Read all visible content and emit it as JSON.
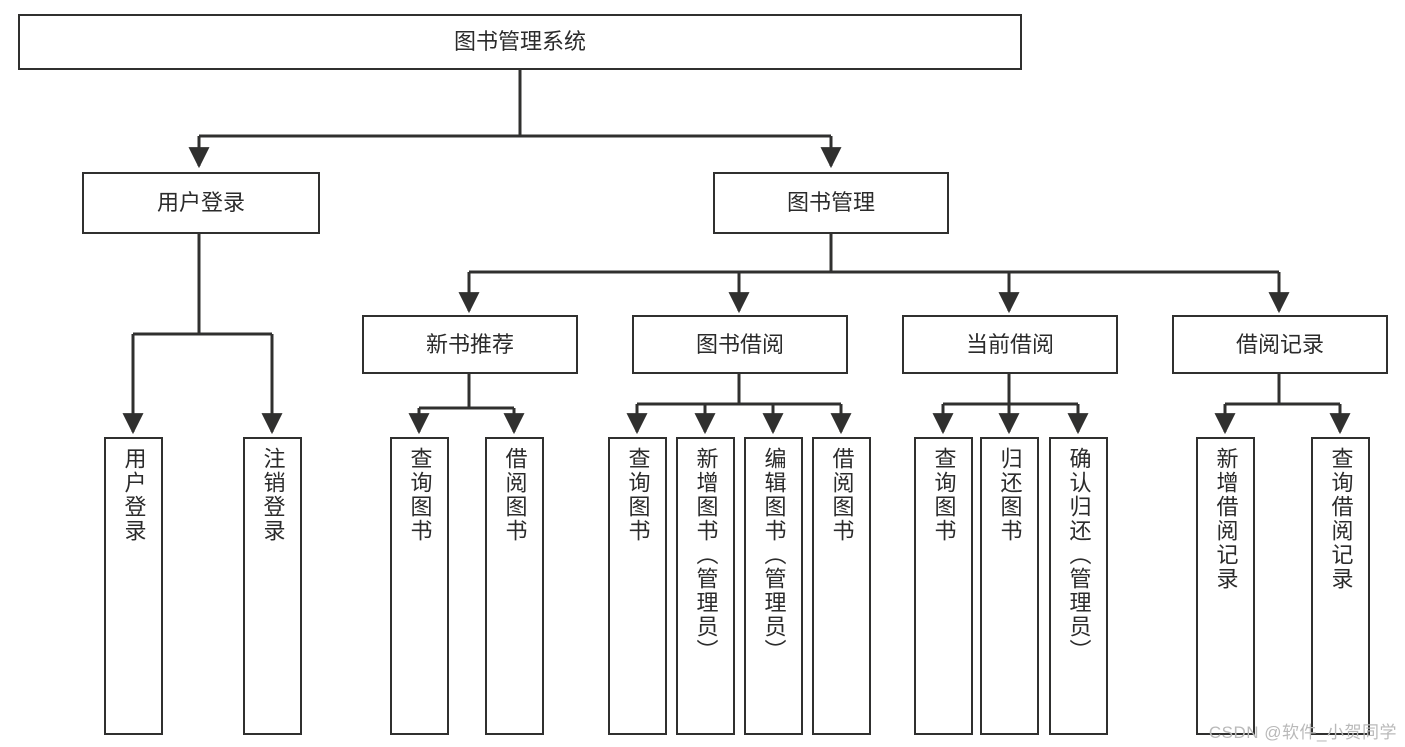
{
  "diagram": {
    "title": "图书管理系统",
    "root": {
      "label": "图书管理系统"
    },
    "level2": [
      {
        "label": "用户登录"
      },
      {
        "label": "图书管理"
      }
    ],
    "level3": [
      {
        "label": "新书推荐"
      },
      {
        "label": "图书借阅"
      },
      {
        "label": "当前借阅"
      },
      {
        "label": "借阅记录"
      }
    ],
    "leaves": {
      "user_login": [
        {
          "label": "用户登录"
        },
        {
          "label": "注销登录"
        }
      ],
      "new_book_recommend": [
        {
          "label": "查询图书"
        },
        {
          "label": "借阅图书"
        }
      ],
      "book_borrow": [
        {
          "label": "查询图书"
        },
        {
          "label": "新增图书（管理员）"
        },
        {
          "label": "编辑图书（管理员）"
        },
        {
          "label": "借阅图书"
        }
      ],
      "current_borrow": [
        {
          "label": "查询图书"
        },
        {
          "label": "归还图书"
        },
        {
          "label": "确认归还（管理员）"
        }
      ],
      "borrow_record": [
        {
          "label": "新增借阅记录"
        },
        {
          "label": "查询借阅记录"
        }
      ]
    }
  },
  "watermark": {
    "text": "CSDN @软件_小贺同学"
  },
  "colors": {
    "line": "#30302f",
    "text": "#2b2b2b",
    "background": "#ffffff",
    "watermark": "#b9b9b9"
  }
}
